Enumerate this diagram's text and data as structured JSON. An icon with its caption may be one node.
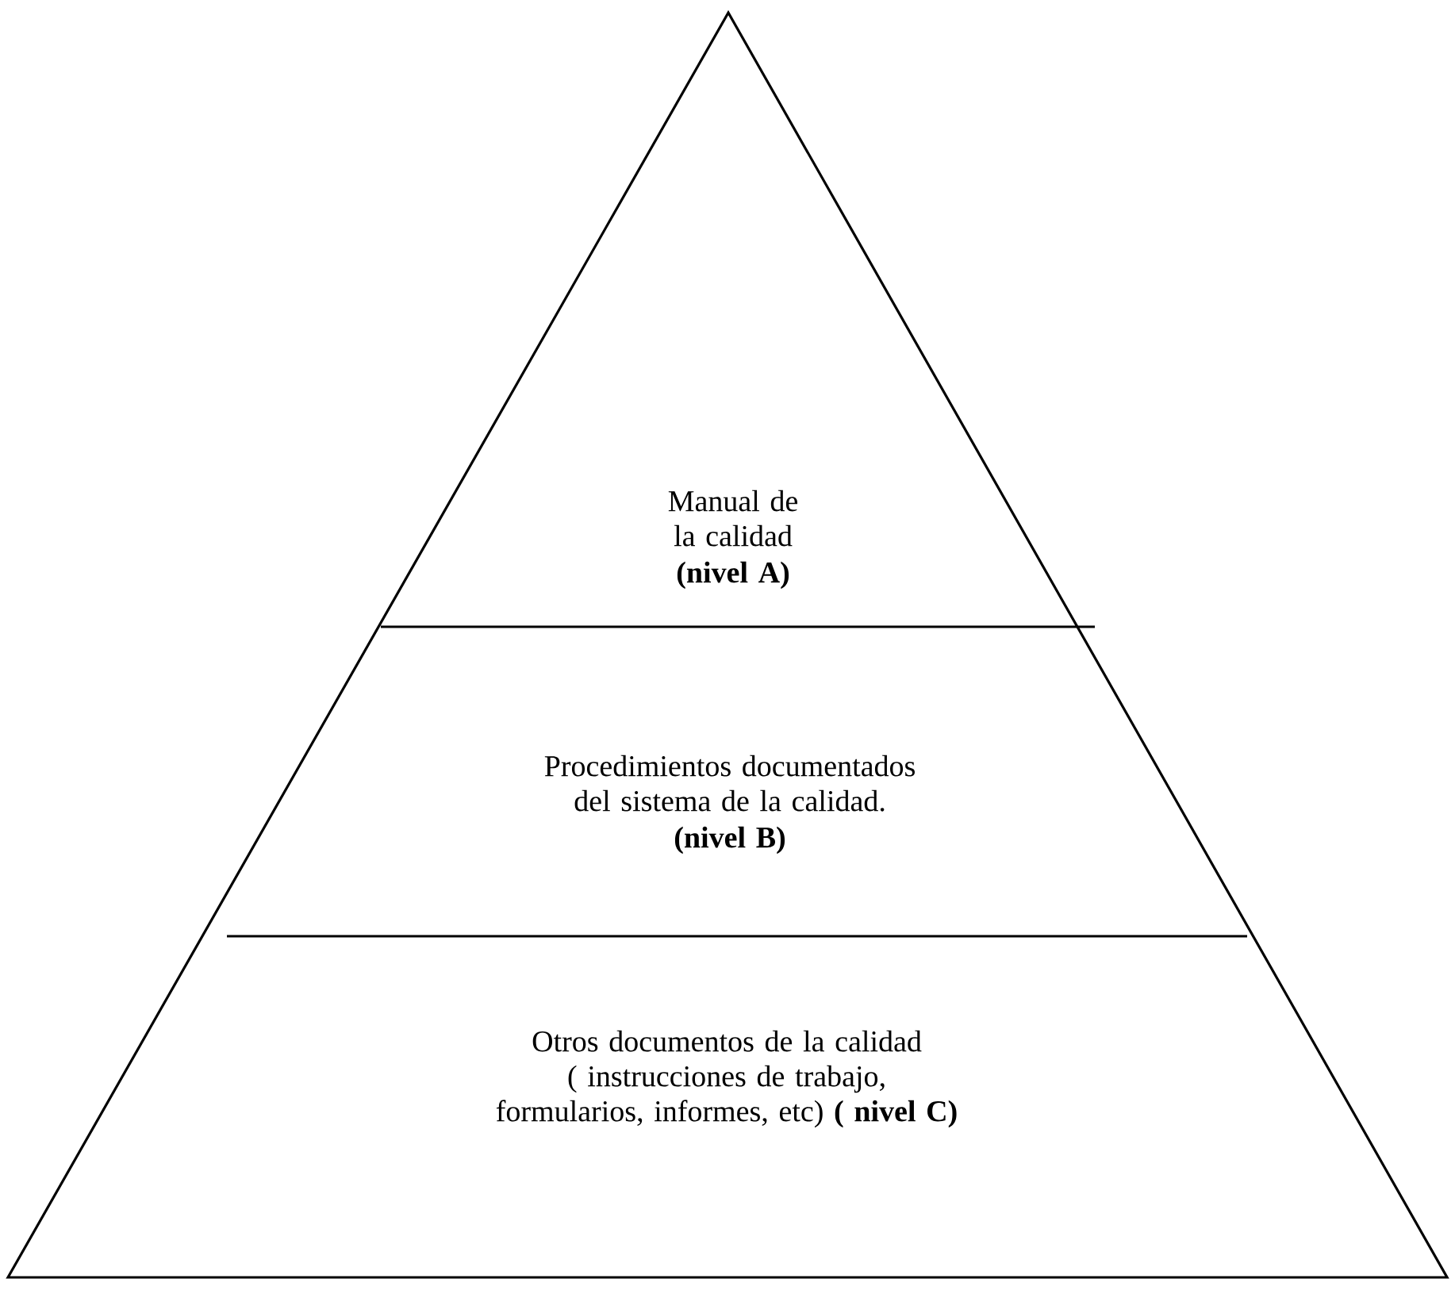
{
  "diagram": {
    "nodes": [
      {
        "text": [
          "Manual de la calidad",
          "(nivel A)"
        ]
      },
      {
        "text": [
          "Procedimientos documentados del sistema de la calidad.",
          "(nivel B)"
        ]
      },
      {
        "text": [
          "Otros documentos de la calidad ( instrucciones de trabajo, formularios, informes, etc) **( nivel C)**"
        ]
      }
    ]
  }
}
